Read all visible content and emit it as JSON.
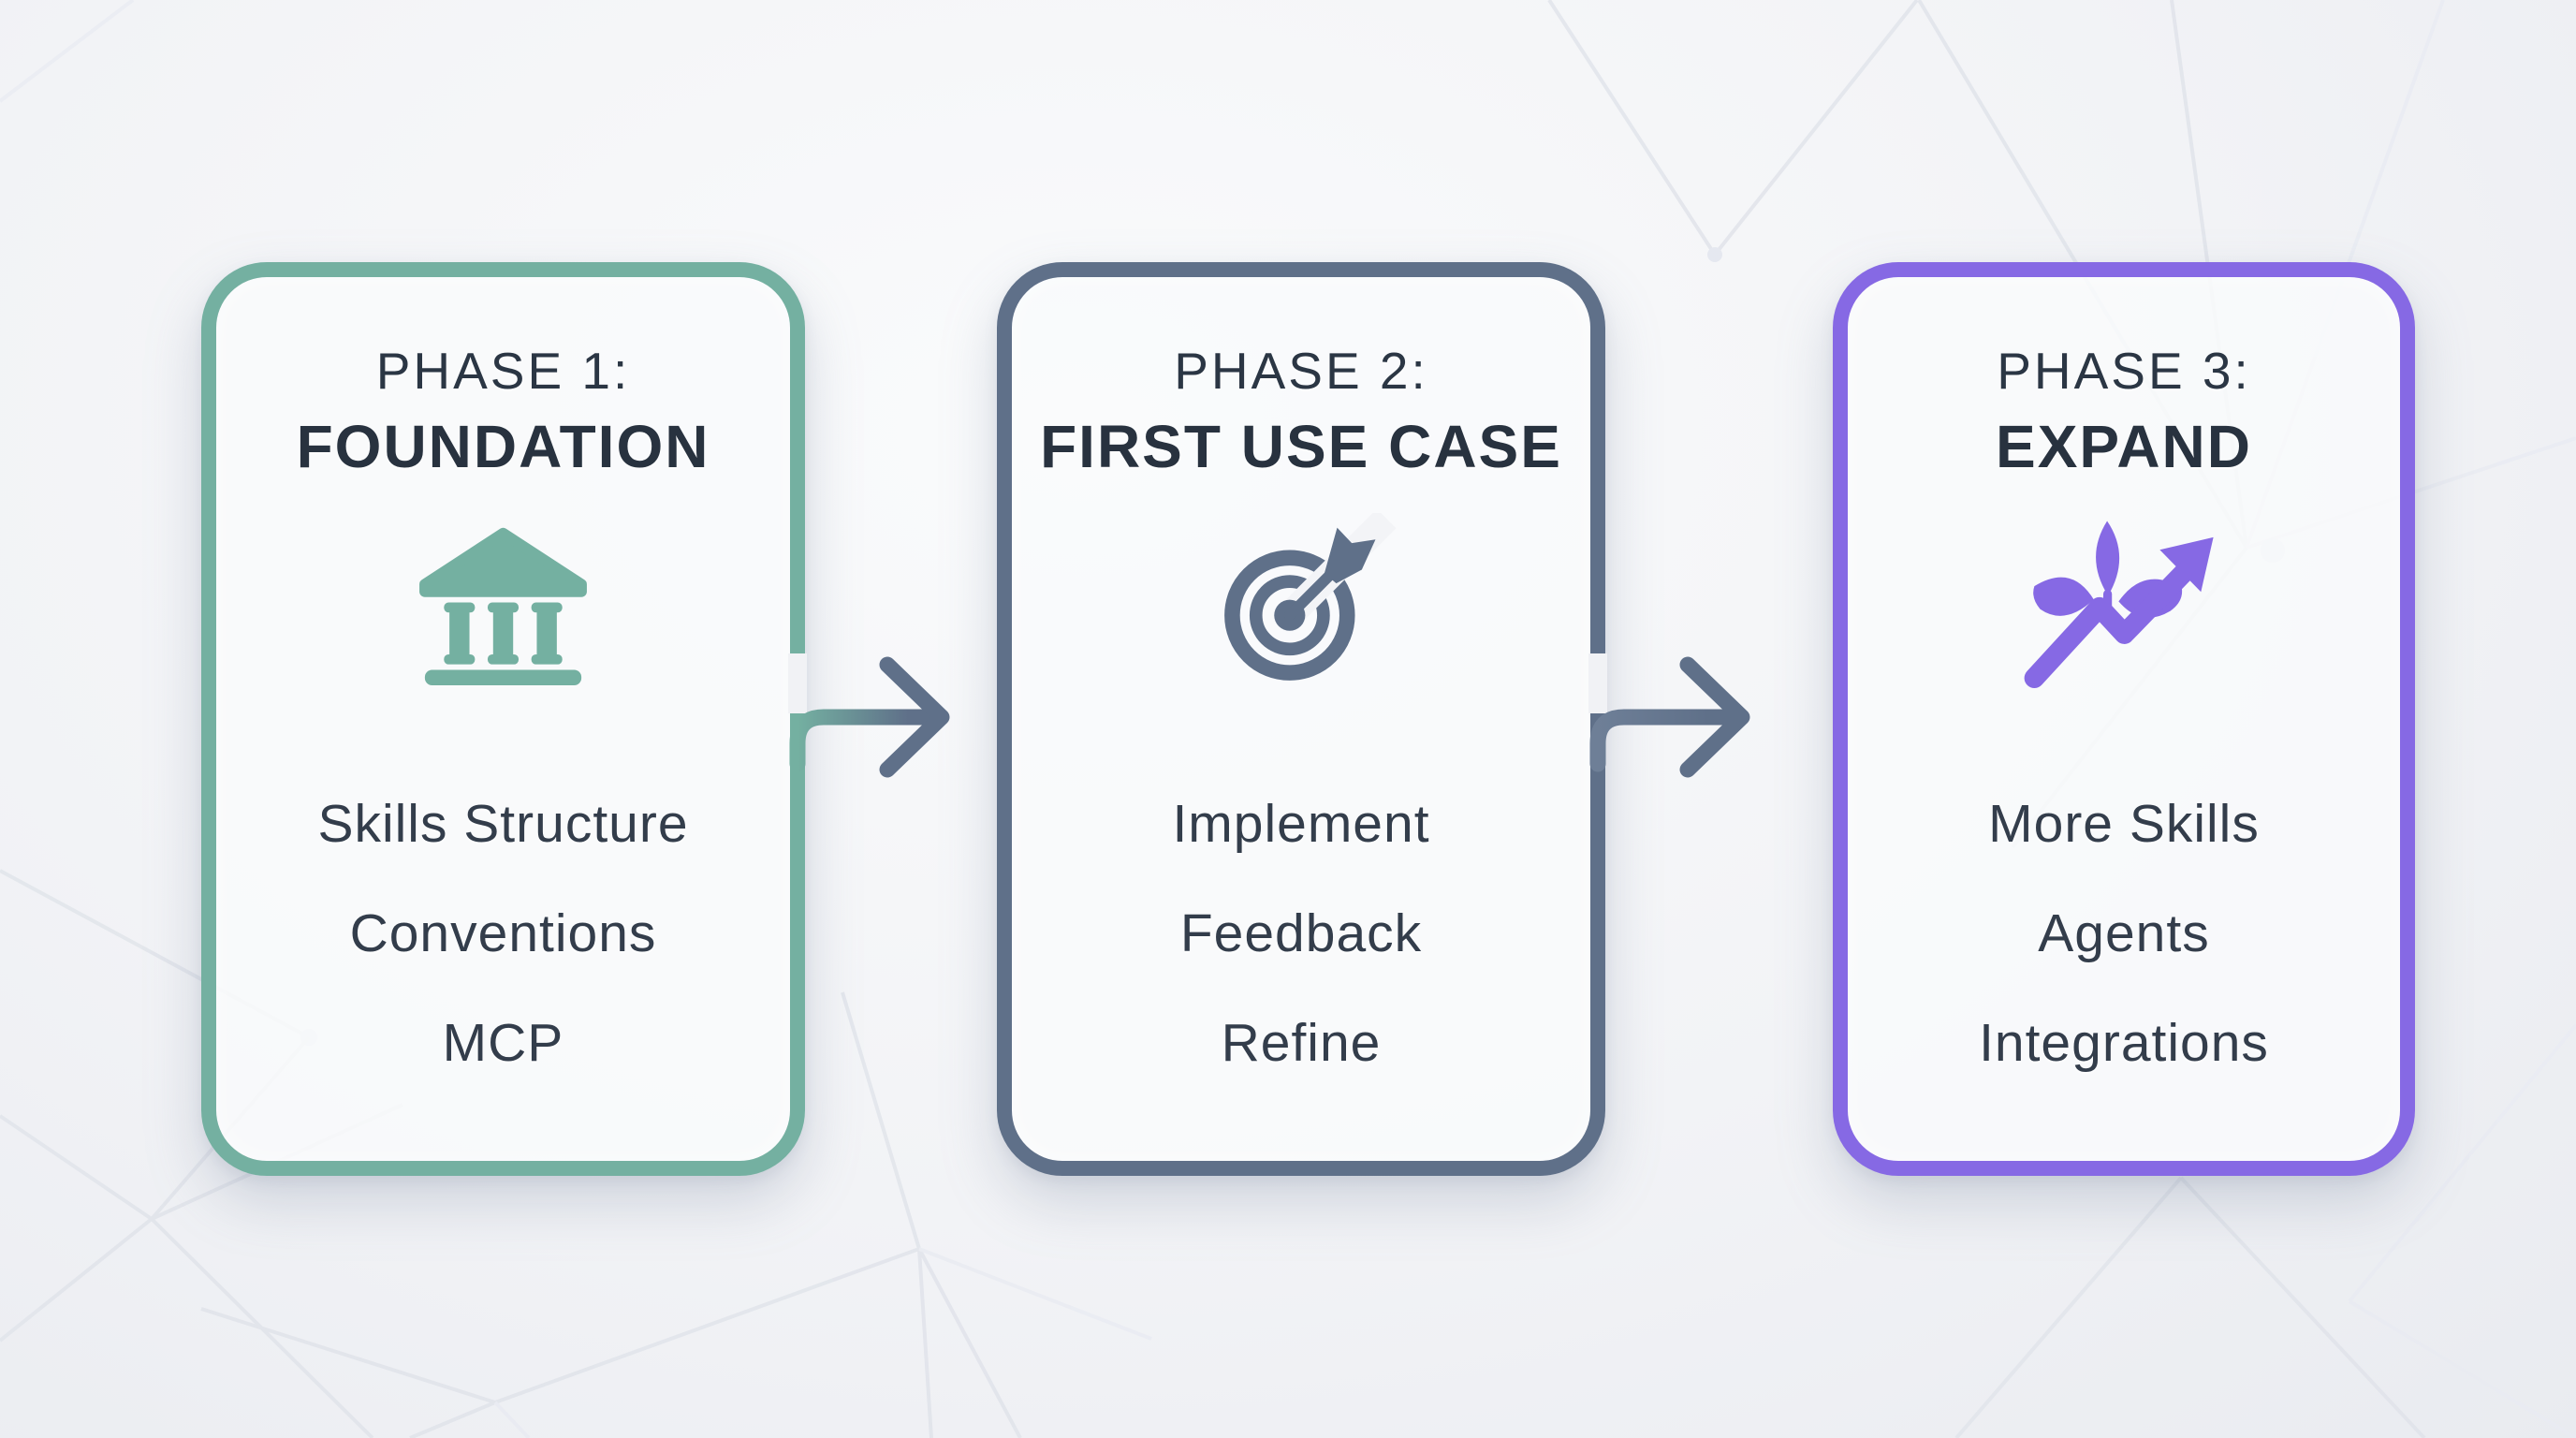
{
  "colors": {
    "text_primary": "#2b3644",
    "text_heading": "#28323f",
    "text_list": "#333d4b",
    "bg_cover": "#f1f2f5",
    "card_fill": "#f3f4f7",
    "pattern_line": "#e0e3ea"
  },
  "phases": [
    {
      "label": "PHASE 1:",
      "name": "FOUNDATION",
      "accent": "#74b0a1",
      "icon": "bank-icon",
      "items": [
        "Skills Structure",
        "Conventions",
        "MCP"
      ]
    },
    {
      "label": "PHASE 2:",
      "name": "FIRST USE CASE",
      "accent": "#5f7089",
      "icon": "target-icon",
      "items": [
        "Implement",
        "Feedback",
        "Refine"
      ]
    },
    {
      "label": "PHASE 3:",
      "name": "EXPAND",
      "accent": "#8669e4",
      "icon": "growth-icon",
      "items": [
        "More Skills",
        "Agents",
        "Integrations"
      ]
    }
  ],
  "arrows": [
    {
      "from_phase": 1,
      "to_phase": 2,
      "start_color": "#74b0a1",
      "end_color": "#5f7089"
    },
    {
      "from_phase": 2,
      "to_phase": 3,
      "start_color": "#6e7f97",
      "end_color": "#5f7089"
    }
  ]
}
